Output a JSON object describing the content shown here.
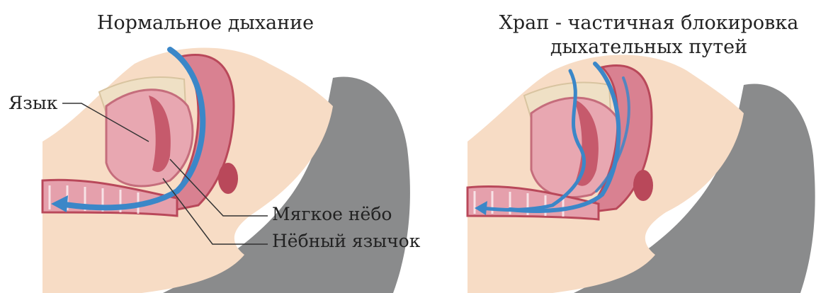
{
  "diagram": {
    "normal": {
      "title": "Нормальное дыхание",
      "labels": {
        "tongue": "Язык",
        "soft_palate": "Мягкое нёбо",
        "uvula": "Нёбный язычок"
      }
    },
    "snoring": {
      "title_line1": "Храп - частичная блокировка",
      "title_line2": "дыхательных путей"
    }
  },
  "colors": {
    "skin": "#f7dcc5",
    "pillow": "#8a8b8c",
    "tissue": "#e8a7b1",
    "tissue_dark": "#b9485a",
    "airflow": "#3b87c8",
    "bone": "#efe0c5",
    "line": "#333333"
  }
}
